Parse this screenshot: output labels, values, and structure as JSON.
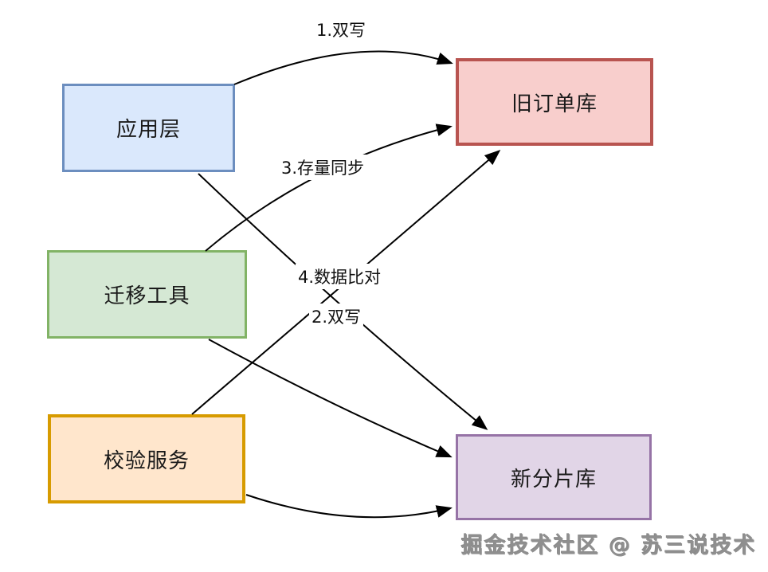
{
  "diagram": {
    "title_implicit": "order database migration flow",
    "nodes": {
      "app": {
        "label": "应用层",
        "fill": "#dae8fc",
        "stroke": "#6c8ebf"
      },
      "migration": {
        "label": "迁移工具",
        "fill": "#d5e8d4",
        "stroke": "#82b366"
      },
      "check": {
        "label": "校验服务",
        "fill": "#ffe6cc",
        "stroke": "#d79b00"
      },
      "old_db": {
        "label": "旧订单库",
        "fill": "#f8cecc",
        "stroke": "#b85450"
      },
      "new_db": {
        "label": "新分片库",
        "fill": "#e1d5e7",
        "stroke": "#9673a6"
      }
    },
    "edge_labels": {
      "l1": "1.双写",
      "l2": "2.双写",
      "l3": "3.存量同步",
      "l4": "4.数据比对"
    },
    "edges": [
      {
        "from": "应用层",
        "to": "旧订单库",
        "label": "1.双写"
      },
      {
        "from": "应用层",
        "to": "新分片库",
        "label": "2.双写"
      },
      {
        "from": "迁移工具",
        "to": "旧订单库",
        "label": "3.存量同步"
      },
      {
        "from": "迁移工具",
        "to": "新分片库",
        "label": ""
      },
      {
        "from": "校验服务",
        "to": "旧订单库",
        "label": "4.数据比对"
      },
      {
        "from": "校验服务",
        "to": "新分片库",
        "label": ""
      }
    ],
    "arrow_color": "#000000",
    "background": "#ffffff"
  },
  "watermark": "掘金技术社区 @ 苏三说技术"
}
